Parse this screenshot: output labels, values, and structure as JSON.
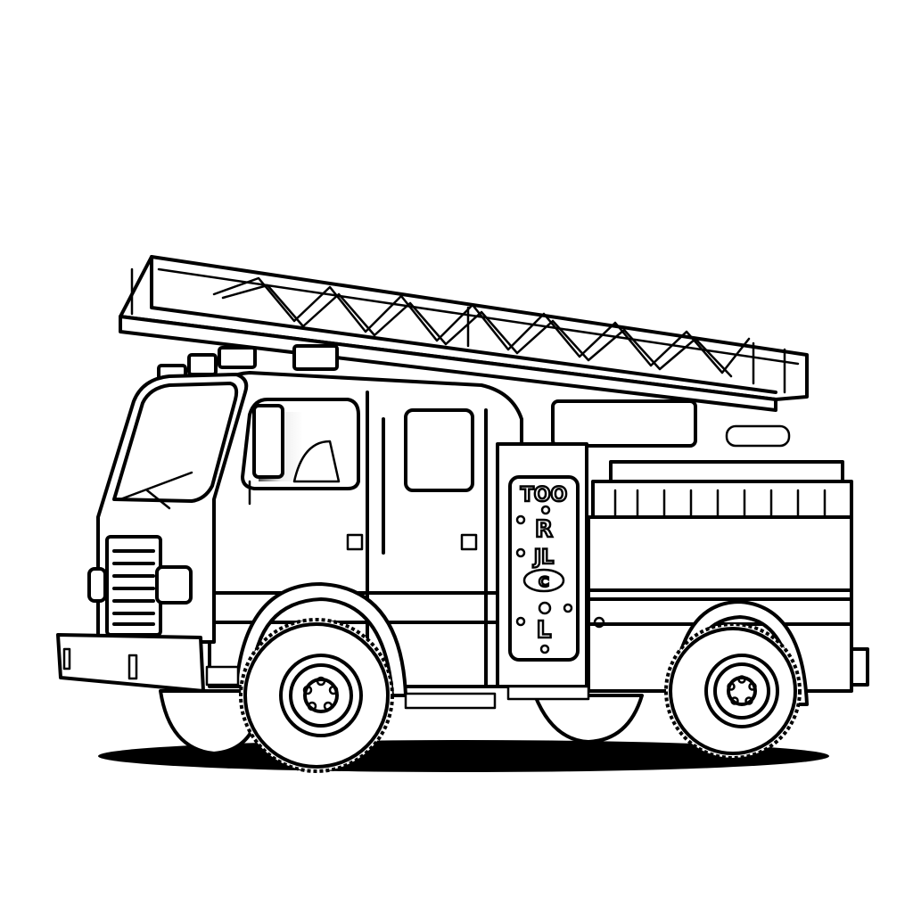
{
  "scene": {
    "subject": "fire truck",
    "style": "black and white line art coloring page",
    "background": "#ffffff",
    "ink": "#000000"
  },
  "side_panel": {
    "lines": [
      "TOO",
      "R",
      "JL",
      "C",
      "L"
    ]
  }
}
